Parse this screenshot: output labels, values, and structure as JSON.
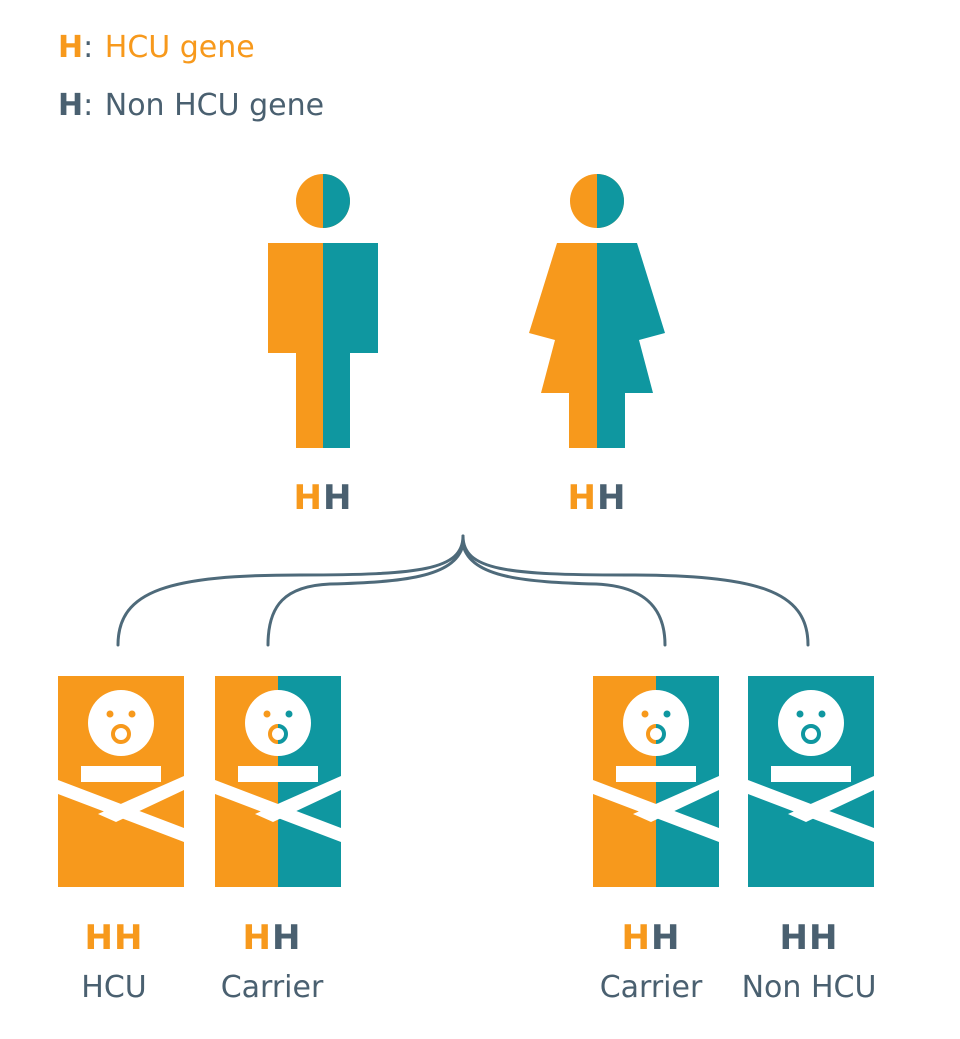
{
  "colors": {
    "hcu": "#f7991c",
    "non_hcu": "#0f97a0",
    "text_dark": "#4a6070",
    "connector": "#4e6a7a"
  },
  "legend": [
    {
      "letter": "H",
      "separator": ":",
      "text": "HCU gene",
      "color": "#f7991c"
    },
    {
      "letter": "H",
      "separator": ":",
      "text": "Non HCU gene",
      "color": "#4a6070"
    }
  ],
  "parents": [
    {
      "figure": "male-figure",
      "genotype": [
        {
          "letter": "H",
          "type": "hcu"
        },
        {
          "letter": "H",
          "type": "non_hcu"
        }
      ]
    },
    {
      "figure": "female-figure",
      "genotype": [
        {
          "letter": "H",
          "type": "hcu"
        },
        {
          "letter": "H",
          "type": "non_hcu"
        }
      ]
    }
  ],
  "children": [
    {
      "label": "HCU",
      "genotype": [
        {
          "letter": "H",
          "type": "hcu"
        },
        {
          "letter": "H",
          "type": "hcu"
        }
      ],
      "left": "hcu",
      "right": "hcu"
    },
    {
      "label": "Carrier",
      "genotype": [
        {
          "letter": "H",
          "type": "hcu"
        },
        {
          "letter": "H",
          "type": "non_hcu"
        }
      ],
      "left": "hcu",
      "right": "non_hcu"
    },
    {
      "label": "Carrier",
      "genotype": [
        {
          "letter": "H",
          "type": "hcu"
        },
        {
          "letter": "H",
          "type": "non_hcu"
        }
      ],
      "left": "hcu",
      "right": "non_hcu"
    },
    {
      "label": "Non HCU",
      "genotype": [
        {
          "letter": "H",
          "type": "non_hcu"
        },
        {
          "letter": "H",
          "type": "non_hcu"
        }
      ],
      "left": "non_hcu",
      "right": "non_hcu"
    }
  ]
}
